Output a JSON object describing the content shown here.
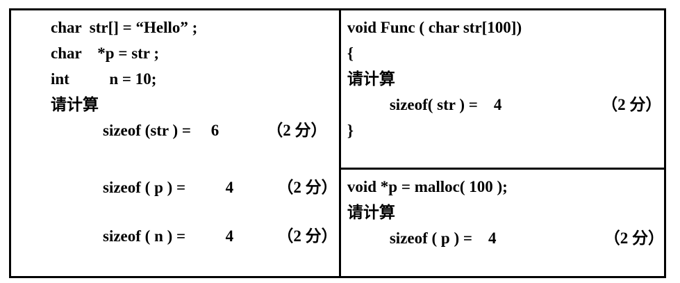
{
  "colors": {
    "background": "#ffffff",
    "border": "#000000",
    "text": "#000000"
  },
  "table": {
    "left_cell": {
      "code_line_1": "char  str[] = “Hello” ;",
      "code_line_2": "char    *p = str ;",
      "code_line_3": "int          n = 10;",
      "prompt": "请计算",
      "answer_1": "sizeof (str ) =     6            （2 分）",
      "answer_2": "sizeof ( p ) =          4           （2 分）",
      "answer_3": "sizeof ( n ) =          4           （2 分）"
    },
    "right_top_cell": {
      "code_line_1": "void Func ( char str[100])",
      "code_line_2": "{",
      "prompt": "请计算",
      "answer": "sizeof( str ) =    4                         （2 分）",
      "code_line_3": "}"
    },
    "right_bottom_cell": {
      "code_line_1": "void *p = malloc( 100 );",
      "prompt": "请计算",
      "answer": "sizeof ( p ) =    4                           （2 分）"
    }
  }
}
